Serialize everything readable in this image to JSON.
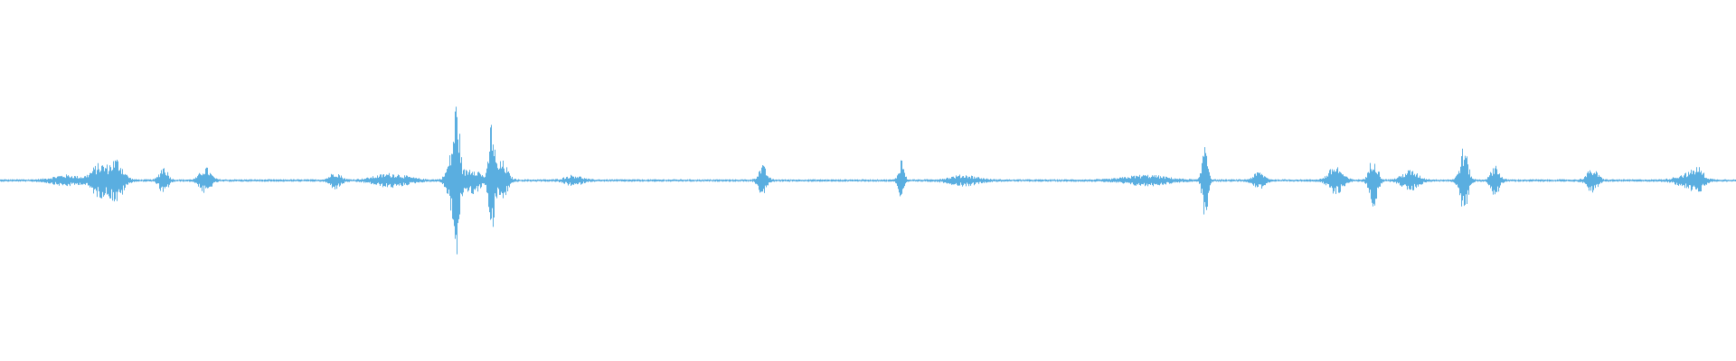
{
  "waveform": {
    "color": "#5aaee0",
    "background": "#ffffff",
    "normalized_duration": 1.0,
    "bursts": [
      {
        "t": 0.038,
        "amp": 0.03,
        "spread": 0.01
      },
      {
        "t": 0.057,
        "amp": 0.1,
        "spread": 0.006
      },
      {
        "t": 0.067,
        "amp": 0.13,
        "spread": 0.005
      },
      {
        "t": 0.094,
        "amp": 0.09,
        "spread": 0.003
      },
      {
        "t": 0.118,
        "amp": 0.08,
        "spread": 0.004
      },
      {
        "t": 0.193,
        "amp": 0.05,
        "spread": 0.004
      },
      {
        "t": 0.225,
        "amp": 0.04,
        "spread": 0.012
      },
      {
        "t": 0.261,
        "amp": 0.2,
        "spread": 0.004
      },
      {
        "t": 0.263,
        "amp": 0.36,
        "spread": 0.002
      },
      {
        "t": 0.272,
        "amp": 0.08,
        "spread": 0.006
      },
      {
        "t": 0.283,
        "amp": 0.38,
        "spread": 0.002
      },
      {
        "t": 0.289,
        "amp": 0.12,
        "spread": 0.004
      },
      {
        "t": 0.33,
        "amp": 0.03,
        "spread": 0.006
      },
      {
        "t": 0.439,
        "amp": 0.09,
        "spread": 0.003
      },
      {
        "t": 0.519,
        "amp": 0.14,
        "spread": 0.002
      },
      {
        "t": 0.555,
        "amp": 0.03,
        "spread": 0.01
      },
      {
        "t": 0.66,
        "amp": 0.03,
        "spread": 0.015
      },
      {
        "t": 0.694,
        "amp": 0.28,
        "spread": 0.002
      },
      {
        "t": 0.725,
        "amp": 0.05,
        "spread": 0.004
      },
      {
        "t": 0.769,
        "amp": 0.09,
        "spread": 0.005
      },
      {
        "t": 0.791,
        "amp": 0.16,
        "spread": 0.003
      },
      {
        "t": 0.812,
        "amp": 0.06,
        "spread": 0.006
      },
      {
        "t": 0.843,
        "amp": 0.21,
        "spread": 0.003
      },
      {
        "t": 0.861,
        "amp": 0.1,
        "spread": 0.003
      },
      {
        "t": 0.917,
        "amp": 0.07,
        "spread": 0.004
      },
      {
        "t": 0.972,
        "amp": 0.04,
        "spread": 0.008
      },
      {
        "t": 0.978,
        "amp": 0.06,
        "spread": 0.004
      }
    ]
  }
}
